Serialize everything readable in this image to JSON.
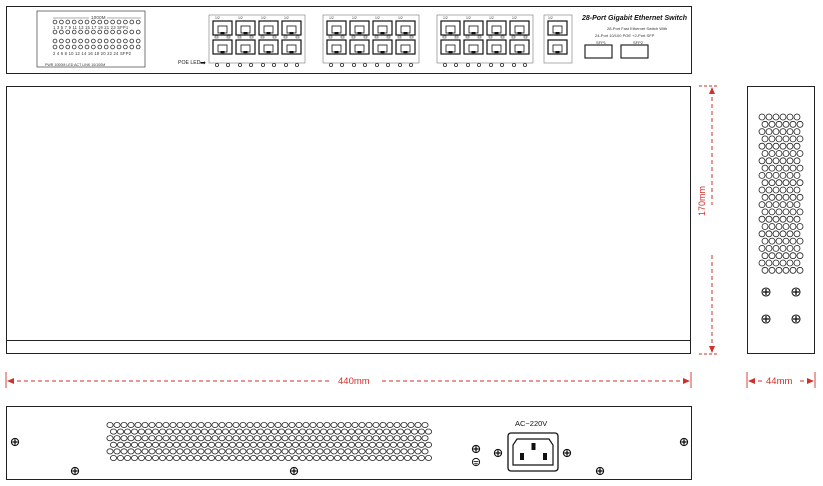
{
  "front_panel": {
    "title": "28-Port Gigabit Ethernet Switch",
    "subtitle1": "28-Port Fast Ethernet Switch With",
    "subtitle2": "24-Port 10/100 POE +2-Port SFP",
    "led_group_label": "1000M",
    "led_row1_numbers": "1 3 5 7 9 11 13 15 17 19 21 23 SFP1",
    "led_row2_numbers": "2 4 6 8 10 12 14 16 18 20 22 24 SFP2",
    "led_bottom_label": "PWR 1000M LED ACT LINK 10/100M",
    "poe_led_label": "POE LED",
    "sfp1_label": "SFP1",
    "sfp2_label": "SFP2",
    "port_labels": "1/2",
    "port_group_count": 4
  },
  "top_view": {
    "depth_label": "170mm",
    "width_label": "440mm"
  },
  "side_view": {
    "height_label": "44mm"
  },
  "rear_panel": {
    "power_label": "AC~220V"
  },
  "colors": {
    "outline": "#222222",
    "dimension": "#d0302a"
  }
}
